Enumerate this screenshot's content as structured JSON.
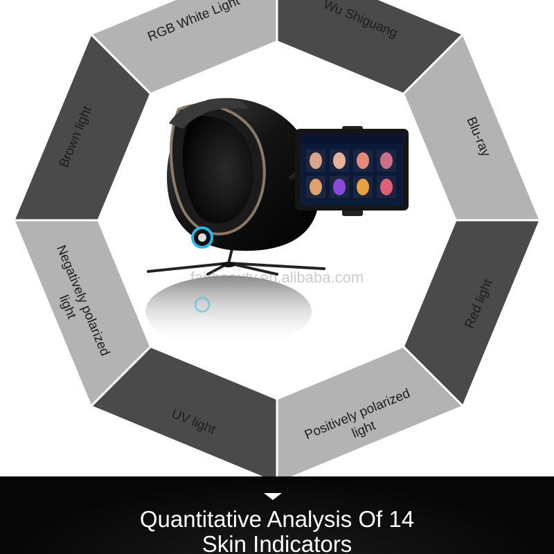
{
  "segments": [
    {
      "id": "rgb-white-light",
      "lines": [
        "RGB White Light"
      ]
    },
    {
      "id": "wu-shiguang",
      "lines": [
        "Wu Shiguang"
      ]
    },
    {
      "id": "blu-ray",
      "lines": [
        "Blu-ray"
      ]
    },
    {
      "id": "red-light",
      "lines": [
        "Red light"
      ]
    },
    {
      "id": "positively-polarized-light",
      "lines": [
        "Positively polarized",
        "light"
      ]
    },
    {
      "id": "uv-light",
      "lines": [
        "UV light"
      ]
    },
    {
      "id": "negatively-polarized-light",
      "lines": [
        "Negatively polarized",
        "light"
      ]
    },
    {
      "id": "brown-light",
      "lines": [
        "Brown light"
      ]
    }
  ],
  "watermark": "fairbeauty.en.alibaba.com",
  "banner": {
    "title_line1": "Quantitative Analysis Of 14",
    "title_line2": "Skin Indicators"
  },
  "colors": {
    "light_segment": "#b3b3b3",
    "dark_segment": "#4a4a4a",
    "banner_bg": "#070707",
    "accent_ring": "#29b6e8"
  }
}
